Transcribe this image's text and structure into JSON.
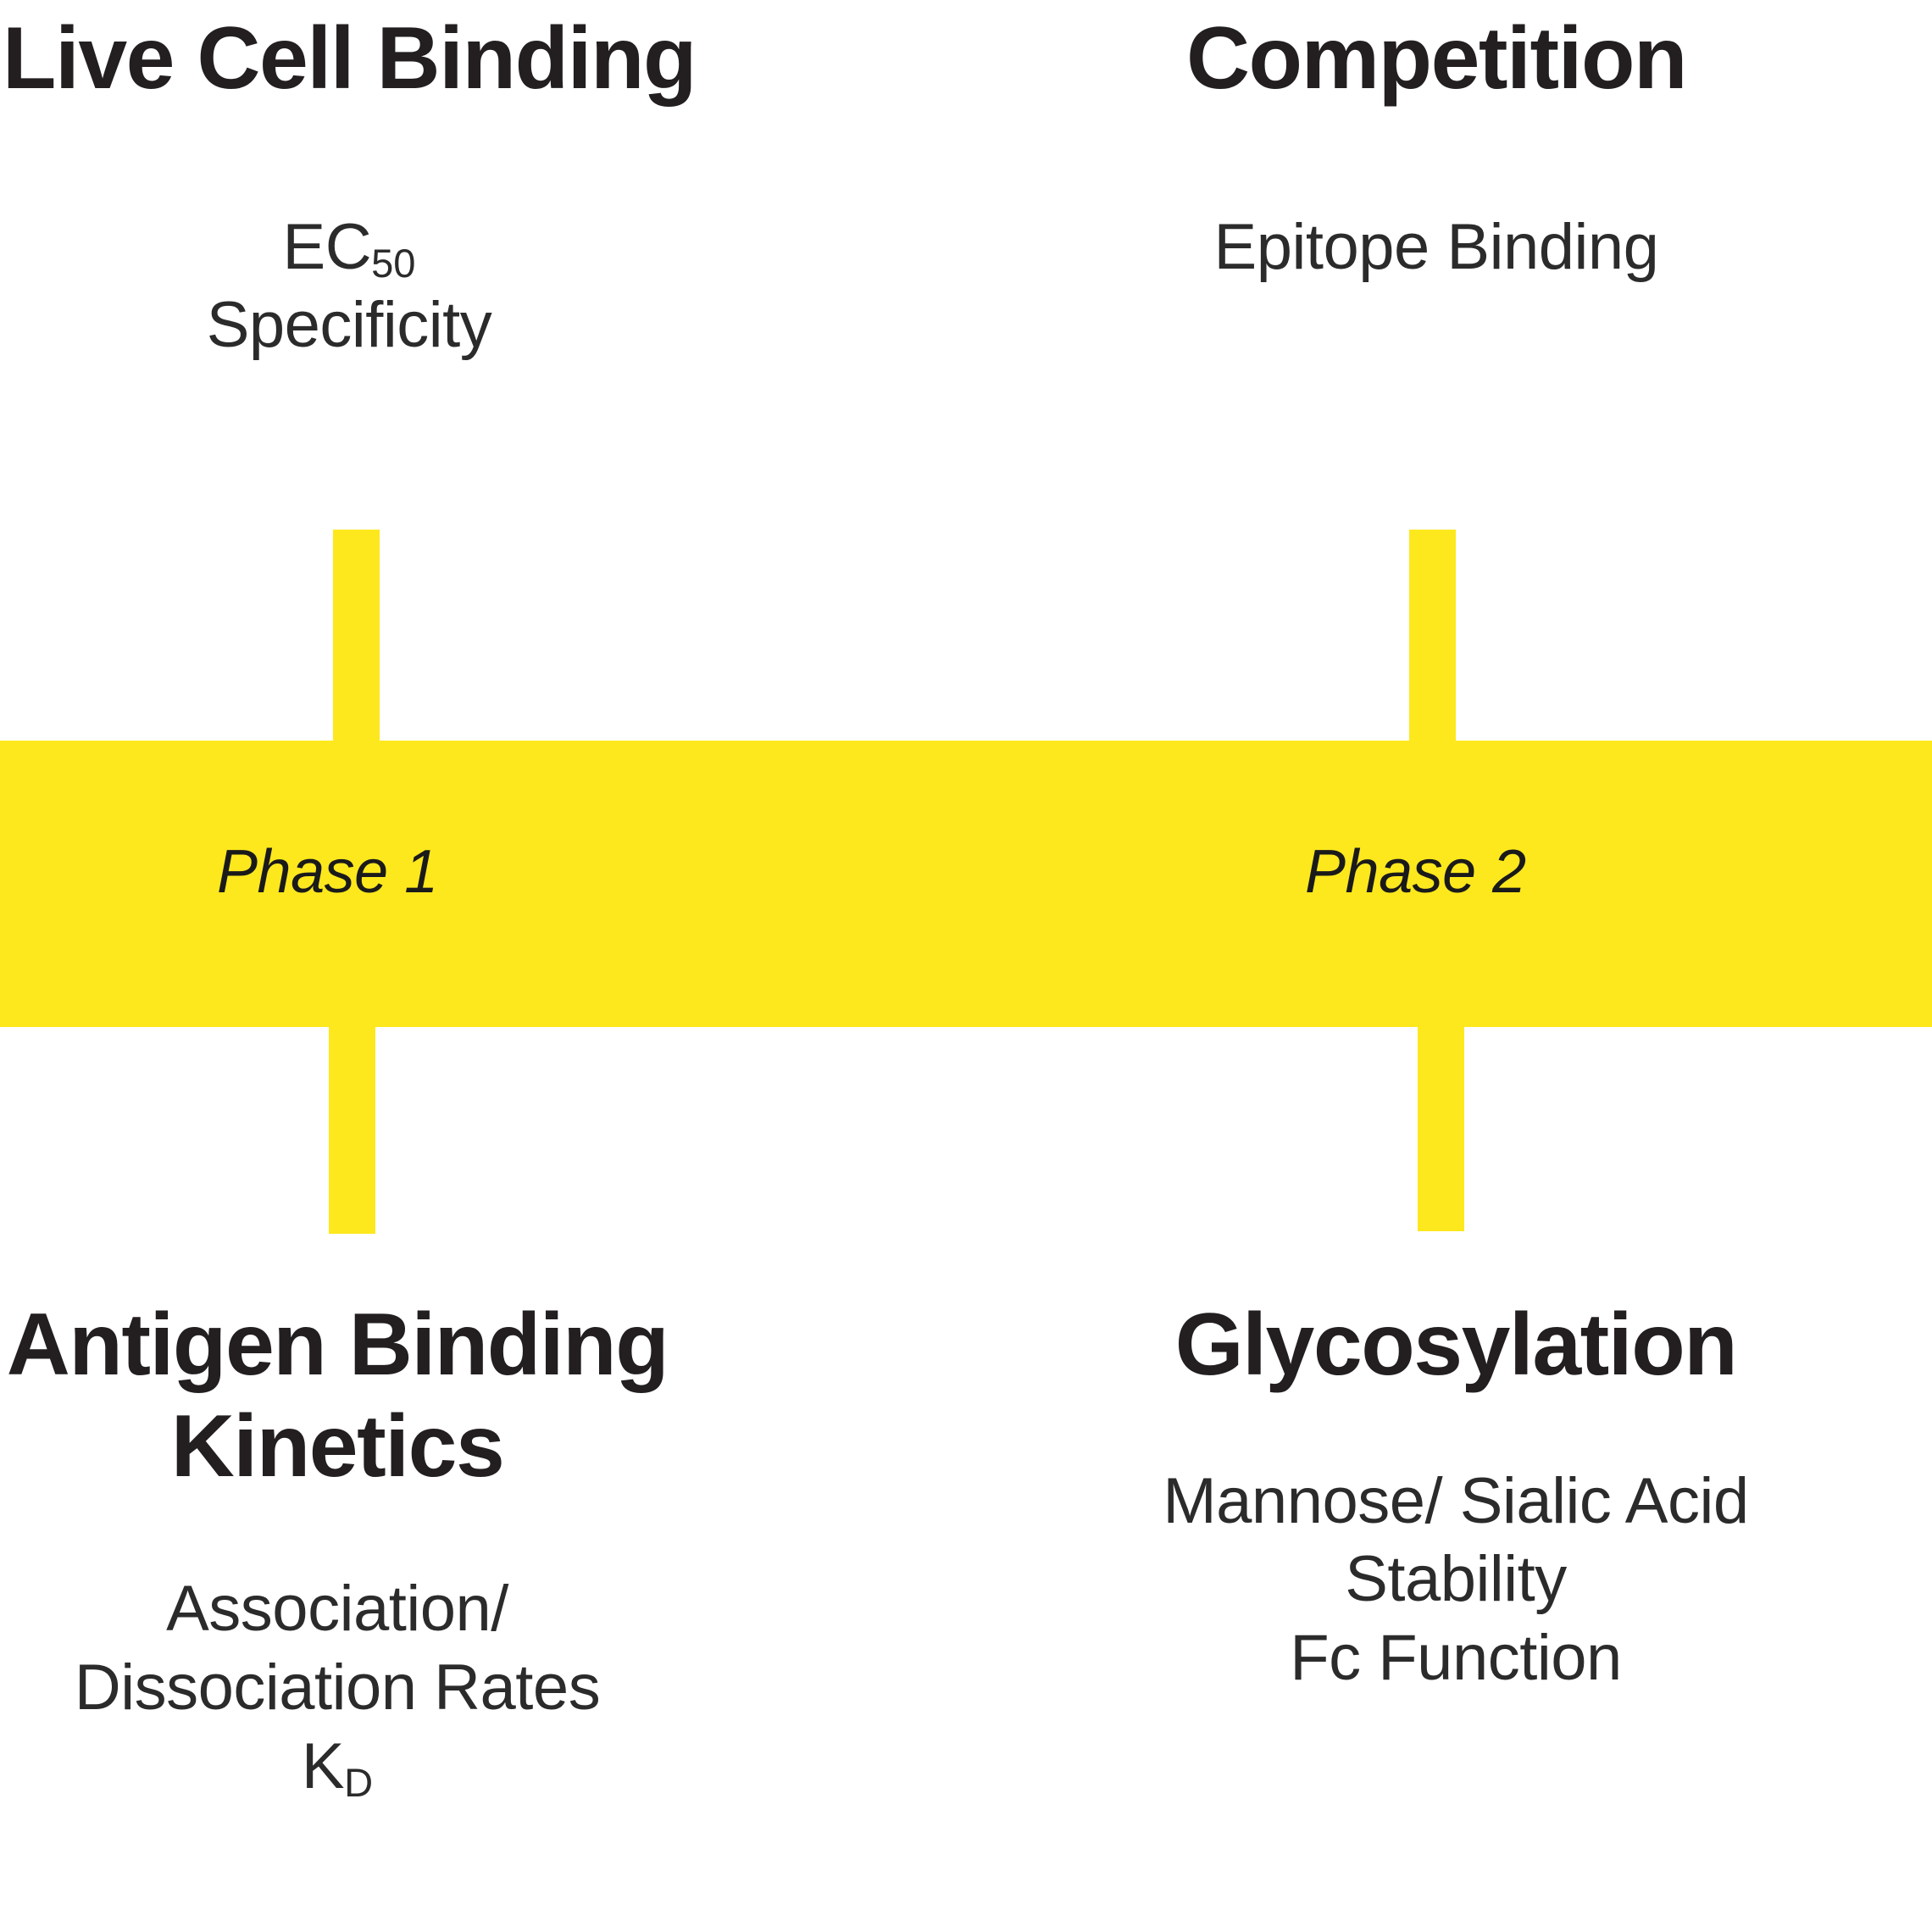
{
  "figure": {
    "type": "workflow-timeline-diagram",
    "background_color": "#FFFFFF",
    "accent_color": "#FDE81D",
    "text_color": "#231F20"
  },
  "timeline": {
    "phases": [
      {
        "label": "Phase 1"
      },
      {
        "label": "Phase 2"
      }
    ]
  },
  "quadrants": {
    "top_left": {
      "heading": "Live Cell Binding",
      "items": [
        {
          "text_before": "EC",
          "subscript": "50",
          "text_after": ""
        },
        {
          "text_before": "Specificity",
          "subscript": "",
          "text_after": ""
        }
      ],
      "items_plain": [
        "EC50",
        "Specificity"
      ]
    },
    "top_right": {
      "heading": "Competition",
      "items_plain": [
        "Epitope Binding"
      ]
    },
    "bottom_left": {
      "heading_line_1": "Antigen Binding",
      "heading_line_2": "Kinetics",
      "items_plain": [
        "Association/",
        "Dissociation Rates",
        "KD"
      ],
      "kd_before": "K",
      "kd_subscript": "D"
    },
    "bottom_right": {
      "heading": "Glycosylation",
      "items_plain": [
        "Mannose/ Sialic Acid",
        "Stability",
        "Fc Function"
      ]
    }
  }
}
